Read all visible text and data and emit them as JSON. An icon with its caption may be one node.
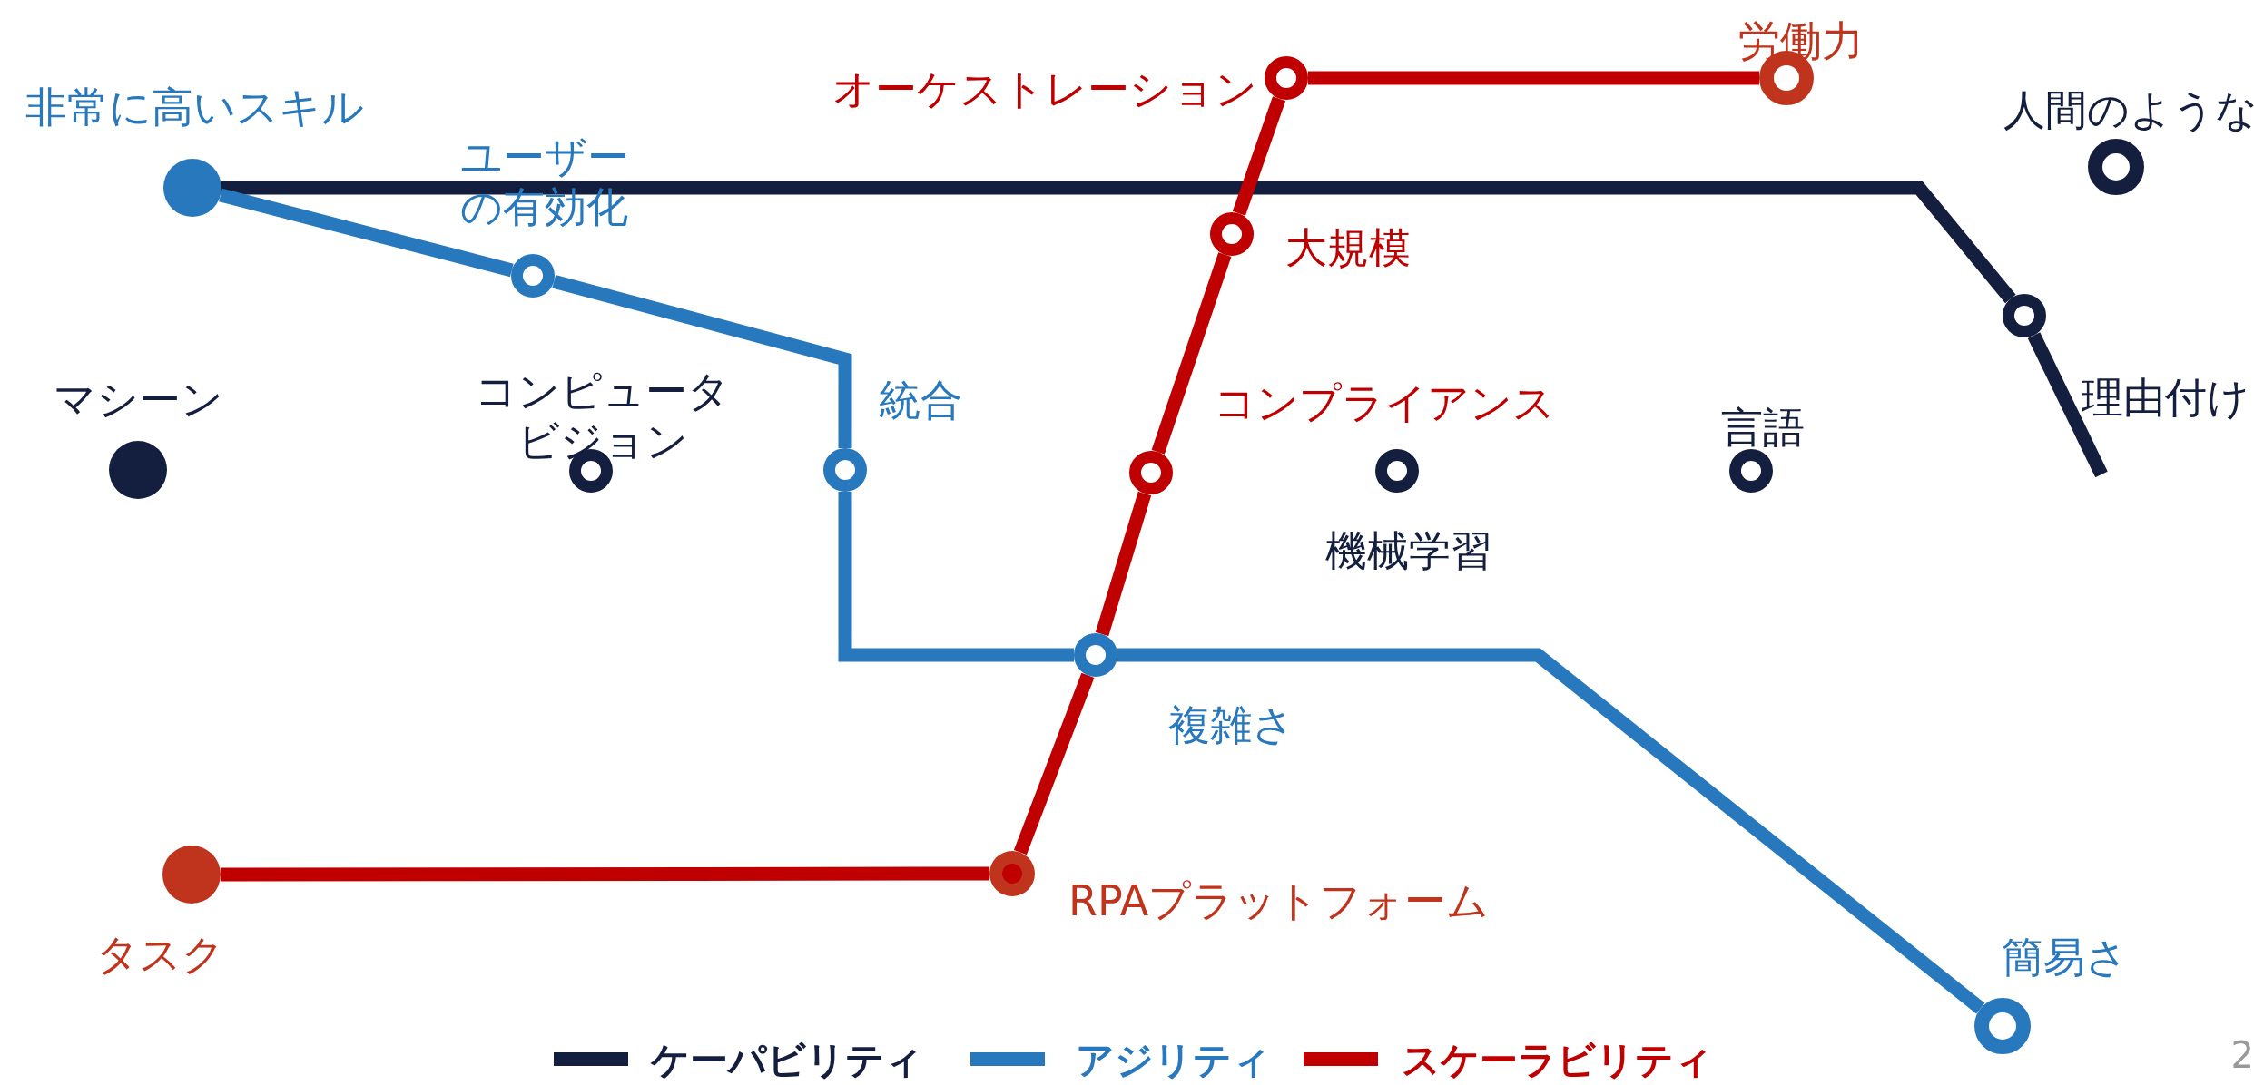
{
  "diagram": {
    "nodes": [
      {
        "text": [
          "労働力"
        ]
      },
      {
        "text": [
          "オーケストレーション"
        ]
      },
      {
        "text": [
          "非常に高いスキル"
        ]
      },
      {
        "text": [
          "ユーザーの有効化"
        ]
      },
      {
        "text": [
          "人間のような"
        ]
      },
      {
        "text": [
          "大規模"
        ]
      },
      {
        "text": [
          "理由付け"
        ]
      },
      {
        "text": [
          "統合"
        ]
      },
      {
        "text": [
          "マシーン"
        ]
      },
      {
        "text": [
          "コンピュータビジョン"
        ]
      },
      {
        "text": [
          "コンプライアンス"
        ]
      },
      {
        "text": [
          "機械学習"
        ]
      },
      {
        "text": [
          "言語"
        ]
      },
      {
        "text": [
          "複雑さ"
        ]
      },
      {
        "text": [
          "RPAプラットフォーム"
        ]
      },
      {
        "text": [
          "タスク"
        ]
      },
      {
        "text": [
          "簡易さ"
        ]
      }
    ],
    "edges": [
      {
        "from": 2,
        "to": 6,
        "arrow": "none",
        "color": "#141e3f"
      },
      {
        "from": 6,
        "to": null,
        "arrow": "none",
        "color": "#141e3f"
      },
      {
        "from": 2,
        "to": 3,
        "arrow": "none",
        "color": "#2878bd"
      },
      {
        "from": 3,
        "to": 7,
        "arrow": "none",
        "color": "#2878bd"
      },
      {
        "from": 7,
        "to": 13,
        "arrow": "none",
        "color": "#2878bd"
      },
      {
        "from": 13,
        "to": 16,
        "arrow": "none",
        "color": "#2878bd"
      },
      {
        "from": 15,
        "to": 14,
        "arrow": "none"
      },
      {
        "from": 14,
        "to": 13,
        "arrow": "none"
      },
      {
        "from": 13,
        "to": 10,
        "arrow": "none"
      },
      {
        "from": 10,
        "to": 5,
        "arrow": "none"
      },
      {
        "from": 5,
        "to": 1,
        "arrow": "none"
      },
      {
        "from": 1,
        "to": 0,
        "arrow": "none"
      }
    ],
    "labels": [
      "2"
    ],
    "legend": [
      {
        "text": "ケーパビリティ",
        "color": "#141e3f"
      },
      {
        "text": "アジリティ",
        "color": "#2878bd"
      },
      {
        "text": "スケーラビリティ",
        "color": "#c00000"
      }
    ]
  }
}
